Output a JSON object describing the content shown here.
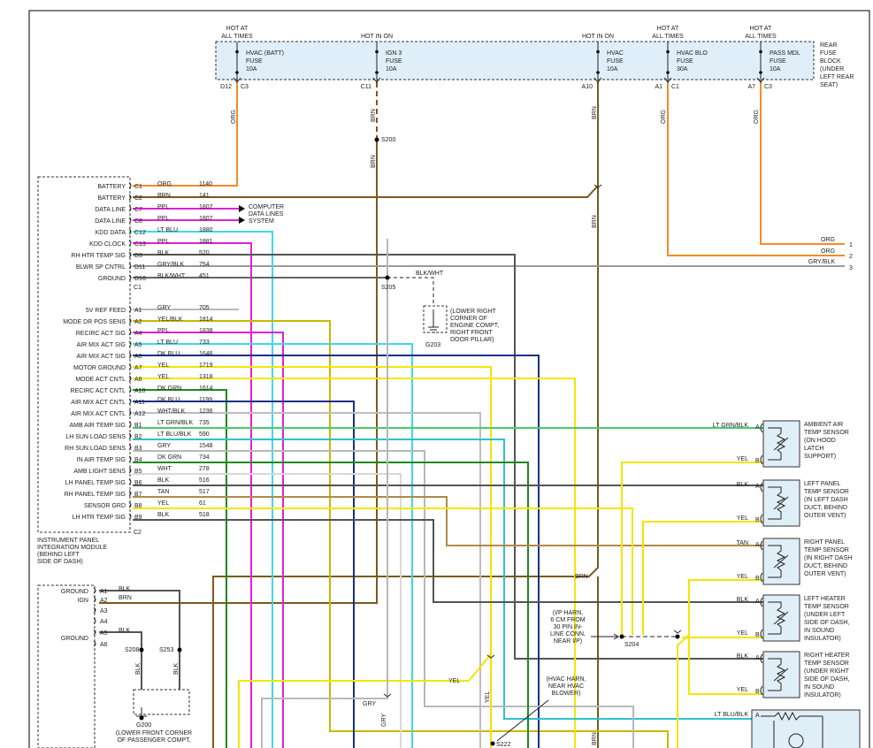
{
  "fuse_block": {
    "label": [
      "REAR",
      "FUSE",
      "BLOCK",
      "(UNDER",
      "LEFT REAR",
      "SEAT)"
    ],
    "fuses": [
      {
        "hot": [
          "HOT AT",
          "ALL TIMES"
        ],
        "name": [
          "HVAC (BATT)",
          "FUSE",
          "10A"
        ],
        "pin": "D12",
        "conn": "C3"
      },
      {
        "hot": [
          "HOT IN ON"
        ],
        "name": [
          "IGN 3",
          "FUSE",
          "10A"
        ],
        "pin": "C11",
        "conn": ""
      },
      {
        "hot": [
          "HOT IN ON"
        ],
        "name": [
          "HVAC",
          "FUSE",
          "10A"
        ],
        "pin": "A10",
        "conn": ""
      },
      {
        "hot": [
          "HOT AT",
          "ALL TIMES"
        ],
        "name": [
          "HVAC BLO",
          "FUSE",
          "30A"
        ],
        "pin": "A1",
        "conn": "C1"
      },
      {
        "hot": [
          "HOT AT",
          "ALL TIMES"
        ],
        "name": [
          "PASS MDL",
          "FUSE",
          "10A"
        ],
        "pin": "A7",
        "conn": "C3"
      }
    ]
  },
  "module": {
    "label": [
      "INSTRUMENT PANEL",
      "INTEGRATION MODULE",
      "(BEHIND LEFT",
      "SIDE OF DASH)"
    ],
    "pins": [
      {
        "name": "BATTERY",
        "pin": "C1",
        "color": "ORG",
        "circuit": "1140"
      },
      {
        "name": "BATTERY",
        "pin": "C2",
        "color": "BRN",
        "circuit": "141"
      },
      {
        "name": "DATA LINE",
        "pin": "C7",
        "color": "PPL",
        "circuit": "1807"
      },
      {
        "name": "DATA LINE",
        "pin": "C8",
        "color": "PPL",
        "circuit": "1807"
      },
      {
        "name": "KDD DATA",
        "pin": "C12",
        "color": "LT BLU",
        "circuit": "1880"
      },
      {
        "name": "KDD CLOCK",
        "pin": "C13",
        "color": "PPL",
        "circuit": "1881"
      },
      {
        "name": "RH HTR TEMP SIG",
        "pin": "D3",
        "color": "BLK",
        "circuit": "520"
      },
      {
        "name": "BLWR SP CNTRL",
        "pin": "D11",
        "color": "GRY/BLK",
        "circuit": "754"
      },
      {
        "name": "GROUND",
        "pin": "D16",
        "color": "BLK/WHT",
        "circuit": "451"
      },
      {
        "name": "5V REF FEED",
        "pin": "A1",
        "color": "GRY",
        "circuit": "705"
      },
      {
        "name": "MODE DR POS SENS",
        "pin": "A2",
        "color": "YEL/BLK",
        "circuit": "1814"
      },
      {
        "name": "RECIRC ACT SIG",
        "pin": "A4",
        "color": "PPL",
        "circuit": "1838"
      },
      {
        "name": "AIR MIX ACT SIG",
        "pin": "A5",
        "color": "LT BLU",
        "circuit": "733"
      },
      {
        "name": "AIR MIX ACT SIG",
        "pin": "A6",
        "color": "DK BLU",
        "circuit": "1646"
      },
      {
        "name": "MOTOR GROUND",
        "pin": "A7",
        "color": "YEL",
        "circuit": "1719"
      },
      {
        "name": "MODE ACT CNTL",
        "pin": "A8",
        "color": "YEL",
        "circuit": "1318"
      },
      {
        "name": "RECIRC ACT CNTL",
        "pin": "A10",
        "color": "DK GRN",
        "circuit": "1614"
      },
      {
        "name": "AIR MIX ACT CNTL",
        "pin": "A11",
        "color": "DK BLU",
        "circuit": "1199"
      },
      {
        "name": "AIR MIX ACT CNTL",
        "pin": "A12",
        "color": "WHT/BLK",
        "circuit": "1236"
      },
      {
        "name": "AMB AIR TEMP SIG",
        "pin": "B1",
        "color": "LT GRN/BLK",
        "circuit": "735"
      },
      {
        "name": "LH SUN LOAD SENS",
        "pin": "B2",
        "color": "LT BLU/BLK",
        "circuit": "590"
      },
      {
        "name": "RH SUN LOAD SENS",
        "pin": "B3",
        "color": "GRY",
        "circuit": "1548"
      },
      {
        "name": "IN AIR TEMP SIG",
        "pin": "B4",
        "color": "DK GRN",
        "circuit": "734"
      },
      {
        "name": "AMB LIGHT SENS",
        "pin": "B5",
        "color": "WHT",
        "circuit": "278"
      },
      {
        "name": "LH PANEL TEMP SIG",
        "pin": "B6",
        "color": "BLK",
        "circuit": "516"
      },
      {
        "name": "RH PANEL TEMP SIG",
        "pin": "B7",
        "color": "TAN",
        "circuit": "517"
      },
      {
        "name": "SENSOR GRD",
        "pin": "B8",
        "color": "YEL",
        "circuit": "61"
      },
      {
        "name": "LH HTR TEMP SIG",
        "pin": "B9",
        "color": "BLK",
        "circuit": "518"
      }
    ],
    "conn_labels": [
      "C1",
      "C2"
    ]
  },
  "lower_module": {
    "pins": [
      {
        "name": "GROUND",
        "pin": "A1",
        "color": "BLK"
      },
      {
        "name": "IGN",
        "pin": "A2",
        "color": "BRN"
      },
      {
        "name": "",
        "pin": "A3",
        "color": ""
      },
      {
        "name": "",
        "pin": "A4",
        "color": ""
      },
      {
        "name": "GROUND",
        "pin": "A5",
        "color": "BLK"
      },
      {
        "name": "",
        "pin": "A6",
        "color": ""
      }
    ]
  },
  "splices": {
    "s200": "S200",
    "s205": "S205",
    "s204": "S204",
    "s208": "S208",
    "s253": "S253",
    "s222": "S222"
  },
  "grounds": {
    "g203": "G203",
    "g203_label": [
      "(LOWER RIGHT",
      "CORNER OF",
      "ENGINE COMPT,",
      "RIGHT FRONT",
      "DOOR PILLAR)"
    ],
    "g200": "G200",
    "g200_label": [
      "(LOWER FRONT CORNER",
      "OF PASSENGER COMPT,"
    ]
  },
  "notes": {
    "computer_data": [
      "COMPUTER",
      "DATA LINES",
      "SYSTEM"
    ],
    "ip_harn": [
      "(I/P HARN,",
      "6 CM FROM",
      "30 PIN IN-",
      "LINE CONN,",
      "NEAR I/P)"
    ],
    "hvac_harn": [
      "(HVAC HARN,",
      "NEAR HVAC",
      "BLOWER)"
    ]
  },
  "wire_labels": {
    "org": "ORG",
    "brn": "BRN",
    "blk": "BLK",
    "blk_wht": "BLK/WHT",
    "gry_blk": "GRY/BLK",
    "gry": "GRY",
    "yel": "YEL",
    "tan": "TAN",
    "lt_grn_blk": "LT GRN/BLK",
    "lt_blu_blk": "LT BLU/BLK"
  },
  "right_terminals": [
    "1",
    "2",
    "3"
  ],
  "sensors": [
    {
      "name": [
        "AMBIENT AIR",
        "TEMP SENSOR",
        "(ON HOOD",
        "LATCH",
        "SUPPORT)"
      ],
      "a_color": "LT GRN/BLK",
      "b_color": "YEL"
    },
    {
      "name": [
        "LEFT PANEL",
        "TEMP SENSOR",
        "(IN LEFT DASH",
        "DUCT, BEHIND",
        "OUTER VENT)"
      ],
      "a_color": "BLK",
      "b_color": "YEL"
    },
    {
      "name": [
        "RIGHT PANEL",
        "TEMP SENSOR",
        "(IN RIGHT DASH",
        "DUCT, BEHIND",
        "OUTER VENT)"
      ],
      "a_color": "TAN",
      "b_color": "YEL"
    },
    {
      "name": [
        "LEFT HEATER",
        "TEMP SENSOR",
        "(UNDER LEFT",
        "SIDE OF DASH,",
        "IN SOUND",
        "INSULATOR)"
      ],
      "a_color": "BLK",
      "b_color": "YEL"
    },
    {
      "name": [
        "RIGHT HEATER",
        "TEMP SENSOR",
        "(UNDER RIGHT",
        "SIDE OF DASH,",
        "IN SOUND",
        "INSULATOR)"
      ],
      "a_color": "BLK",
      "b_color": "YEL"
    }
  ],
  "pin_a": "A",
  "pin_b": "B",
  "wire_colors": {
    "ORG": "#f28c28",
    "BRN": "#7a5a1e",
    "PPL": "#e020d8",
    "LT BLU": "#3fd8e8",
    "BLK": "#555555",
    "GRY/BLK": "#9a9a9a",
    "BLK/WHT": "#666666",
    "GRY": "#b8b8b8",
    "YEL": "#f2e600",
    "YEL/BLK": "#c9b800",
    "DK BLU": "#1a2f8a",
    "DK GRN": "#1f8a1f",
    "WHT": "#d8d8d8",
    "WHT/BLK": "#bdbdbd",
    "LT GRN/BLK": "#4cc870",
    "LT BLU/BLK": "#2fc0d0",
    "TAN": "#b08a4a"
  }
}
